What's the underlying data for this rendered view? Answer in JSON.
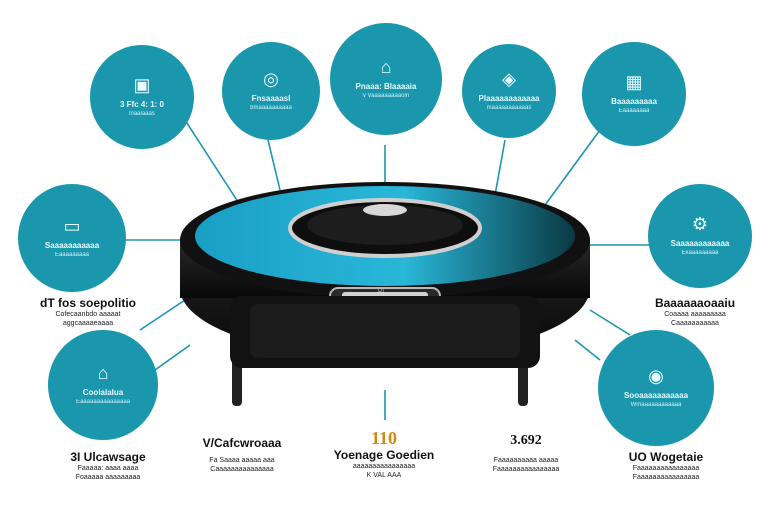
{
  "colors": {
    "accent": "#1a97ad",
    "robot_body": "#1b1b1b",
    "robot_top": "#29a5c9"
  },
  "bubbles": [
    {
      "icon": "dock-icon",
      "glyph": "▣",
      "title": "3 Ffc 4: 1: 0",
      "sub": "lnaalaaas"
    },
    {
      "icon": "dial-icon",
      "glyph": "◎",
      "title": "Fnsaaaasl",
      "sub": "bmaaaaaaaaaa"
    },
    {
      "icon": "remote-icon",
      "glyph": "⌂",
      "title": "Pnaaa: Blaaaaia",
      "sub": "v  Vaaaaaaaaaoln"
    },
    {
      "icon": "location-icon",
      "glyph": "◈",
      "title": "Plaaaaaaaaaaaa",
      "sub": "maaaaaaaaaaas"
    },
    {
      "icon": "map-icon",
      "glyph": "▦",
      "title": "Baaaaaaaaa",
      "sub": "Eaaaaaaaa"
    },
    {
      "icon": "screen-icon",
      "glyph": "▭",
      "title": "Saaaaaaaaaaa",
      "sub": "Eaaaaaaaaa"
    },
    {
      "icon": "robot-arm-icon",
      "glyph": "⚙",
      "title": "Saaaaaaaaaaaa",
      "sub": "Ekaaaaaaaaa"
    },
    {
      "icon": "house-icon",
      "glyph": "⌂",
      "title": "Coolalalua",
      "sub": "Eaaaaaaaaaaaaaaa"
    },
    {
      "icon": "camera-icon",
      "glyph": "◉",
      "title": "Sooaaaaaaaaaaa",
      "sub": "Wmaaaaaaaaaaaa"
    }
  ],
  "labels": {
    "left_mid": {
      "title": "dT fos soepolitio",
      "sub1": "Cofecaanbdo aaaaat",
      "sub2": "aggcaaaaeaaaa"
    },
    "right_mid": {
      "title": "Baaaaaaoaaiu",
      "sub1": "Coaaaa aaaaaaaaa",
      "sub2": "Caaaaaaaaaaa"
    },
    "bottom_left": {
      "title": "3I Ulcawsage",
      "sub1": "Faaaaa: aaaa aaaa",
      "sub2": "Foaaaaa aaaaaaaaa"
    },
    "bottom_2": {
      "title": "V/Cafcwroaaa",
      "sub1": "Fa Saaaa aaaaa aaa",
      "sub2": "Caaaaaaaaaaaaaaa"
    },
    "bottom_center": {
      "big": "110",
      "title": "Yoenage Goedien",
      "sub1": "aaaaaaaaaaaaaaaa",
      "sub2": "K VAL AAA"
    },
    "bottom_4": {
      "big": "3.692",
      "sub1": "Faaaaaaaaaa aaaaa",
      "sub2": "Faaaaaaaaaaaaaaaa"
    },
    "bottom_right": {
      "title": "UO Wogetaie",
      "sub1": "Faaaaaaaaaaaaaaaa",
      "sub2": "Faaaaaaaaaaaaaaaa"
    }
  },
  "robot": {
    "badge": "DI"
  }
}
